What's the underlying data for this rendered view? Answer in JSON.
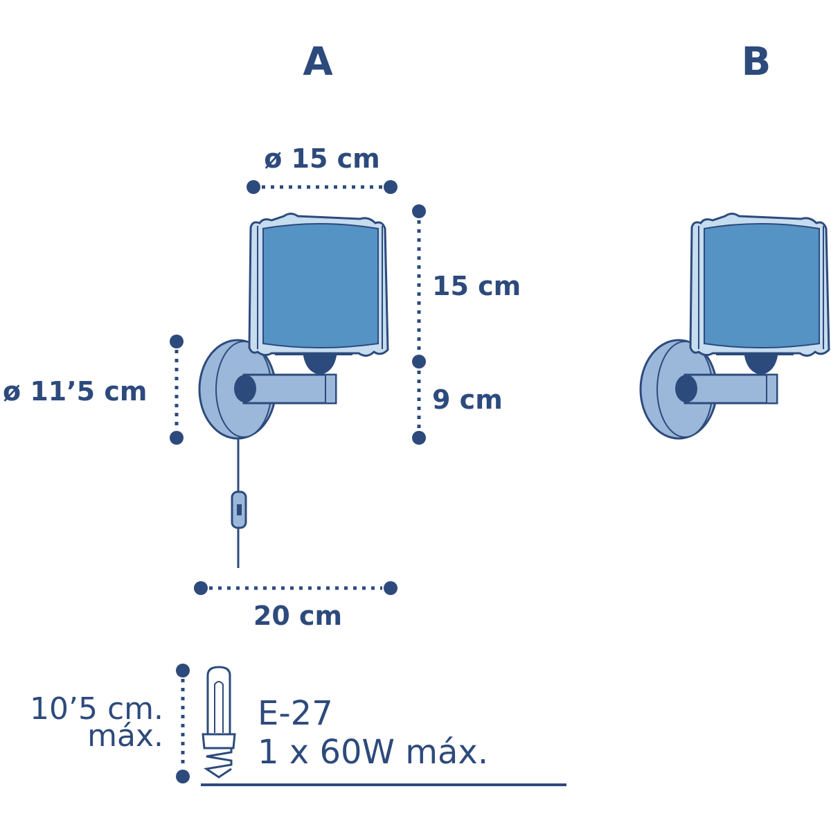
{
  "variants": {
    "a": "A",
    "b": "B"
  },
  "dimensions": {
    "shade_diameter": "ø 15 cm",
    "shade_height": "15 cm",
    "arm_height": "9 cm",
    "base_diameter": "ø 11’5 cm",
    "depth": "20 cm"
  },
  "bulb": {
    "size_line1": "10’5 cm.",
    "size_line2": "máx.",
    "socket": "E-27",
    "power": "1 x 60W máx."
  },
  "colors": {
    "outline": "#2d4a7c",
    "shade": "#5593c4",
    "shade_light": "#c6dcef",
    "metal": "#9bb8da",
    "dark_part": "#2d4a7c"
  }
}
